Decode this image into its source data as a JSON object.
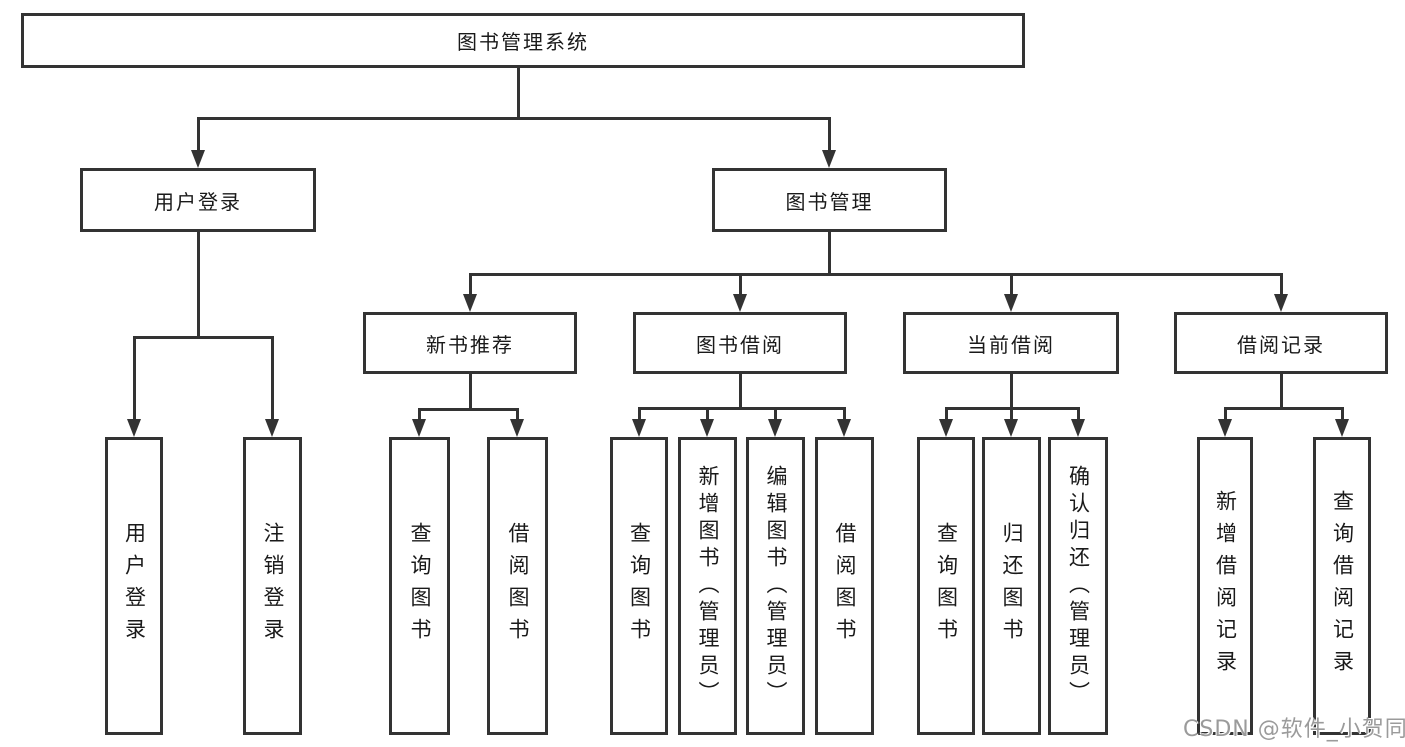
{
  "diagram": {
    "title": "图书管理系统",
    "level2": {
      "user_login": "用户登录",
      "book_management": "图书管理"
    },
    "level3": {
      "new_book_recommend": "新书推荐",
      "book_borrowing": "图书借阅",
      "current_borrowing": "当前借阅",
      "borrowing_records": "借阅记录"
    },
    "level4": {
      "user": [
        "用户登录",
        "注销登录"
      ],
      "recommend": [
        "查询图书",
        "借阅图书"
      ],
      "borrowing": [
        "查询图书",
        "新增图书（管理员）",
        "编辑图书（管理员）",
        "借阅图书"
      ],
      "current": [
        "查询图书",
        "归还图书",
        "确认归还（管理员）"
      ],
      "records": [
        "新增借阅记录",
        "查询借阅记录"
      ]
    }
  },
  "watermark": {
    "text": "CSDN @软件_小贺同学"
  },
  "colors": {
    "line": "#333333",
    "text": "#1a1a1a",
    "background": "#ffffff",
    "watermark": "#9b9b9b"
  }
}
